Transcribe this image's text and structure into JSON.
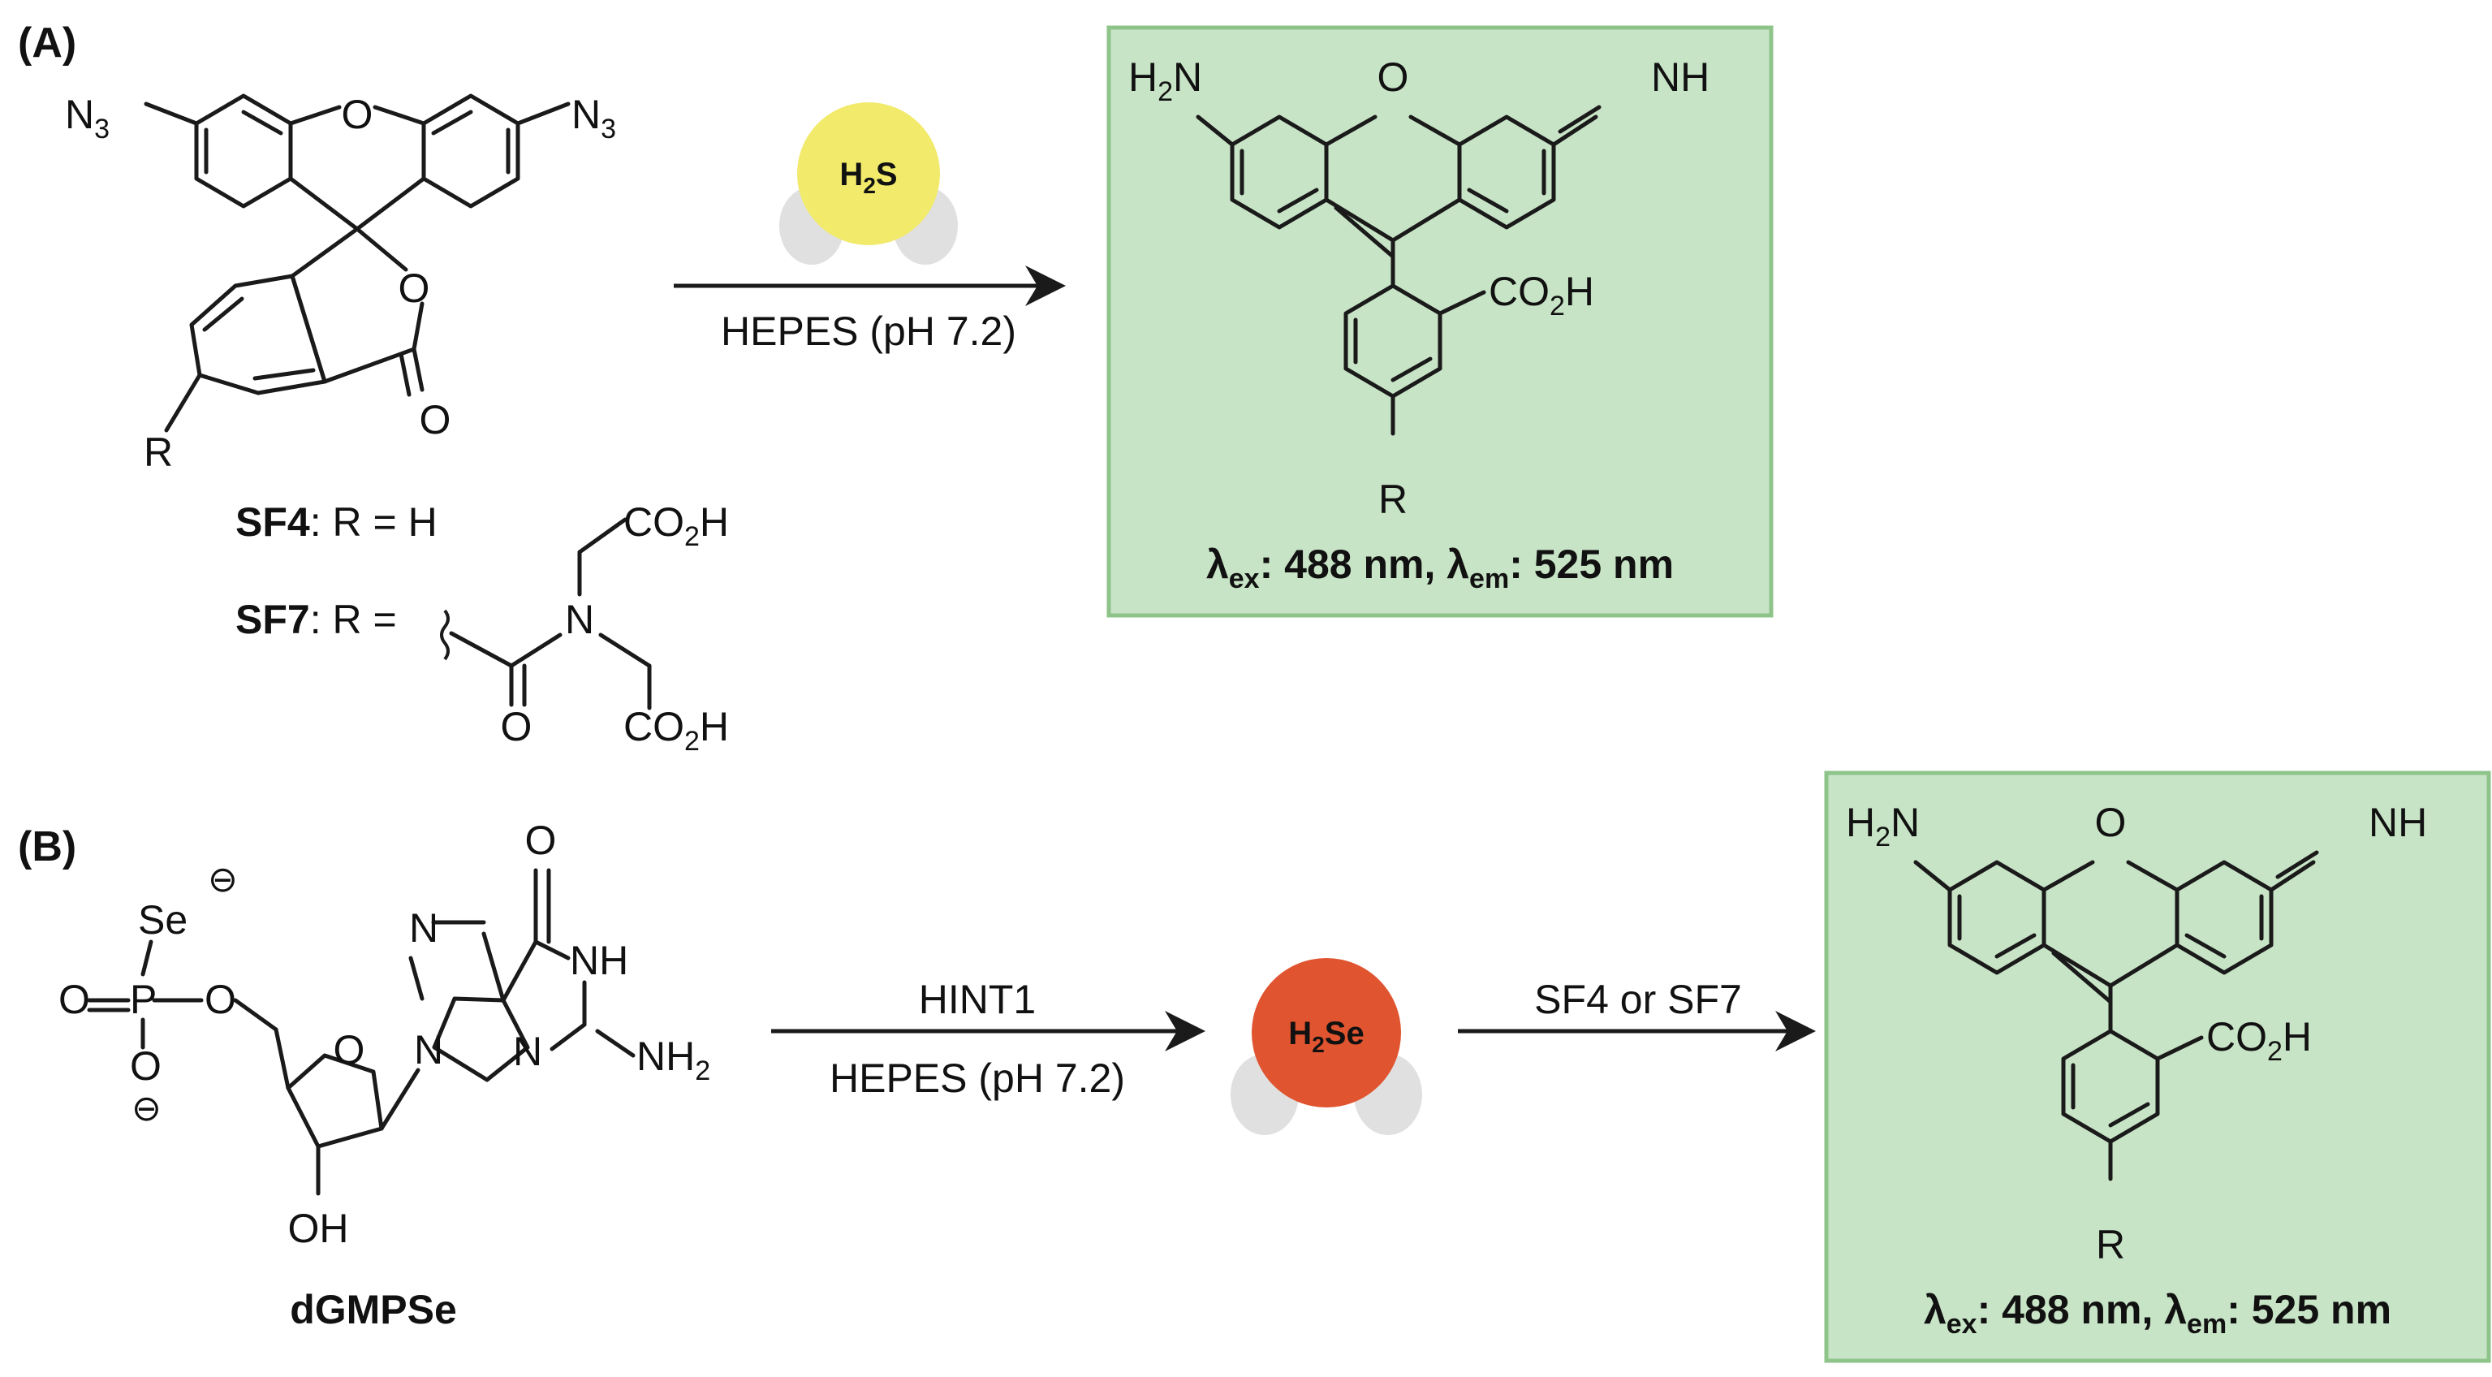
{
  "panels": {
    "a_label": "(A)",
    "b_label": "(B)"
  },
  "reactant_a": {
    "n3_left": "N",
    "n3_left_sub": "3",
    "n3_right": "N",
    "n3_right_sub": "3",
    "o_bridge": "O",
    "o_ring": "O",
    "o_carbonyl": "O",
    "r_group": "R"
  },
  "definitions": {
    "sf4_name": "SF4",
    "sf4_def": ": R = H",
    "sf7_name": "SF7",
    "sf7_def": ": R =",
    "co2h_top": "CO",
    "co2h_top_sub": "2",
    "co2h_top_h": "H",
    "n_atom": "N",
    "o_amide": "O",
    "co2h_bottom": "CO",
    "co2h_bottom_sub": "2",
    "co2h_bottom_h": "H"
  },
  "arrow_a": {
    "molecule_main": "H",
    "molecule_sub": "2",
    "molecule_end": "S",
    "molecule_color": "#f2ea6b",
    "condition": "HEPES (pH 7.2)"
  },
  "product": {
    "h2n_h": "H",
    "h2n_sub": "2",
    "h2n_n": "N",
    "o_bridge": "O",
    "nh": "NH",
    "co2h": "CO",
    "co2h_sub": "2",
    "co2h_h": "H",
    "r_group": "R",
    "lambda_ex": "λ",
    "lambda_ex_sub": "ex",
    "ex_value": ": 488 nm, ",
    "lambda_em": "λ",
    "lambda_em_sub": "em",
    "em_value": ": 525 nm",
    "box_fill": "#c8e4c6",
    "box_stroke": "#8ec48a"
  },
  "reactant_b": {
    "se": "Se",
    "charge_se": "⊖",
    "o_double": "O",
    "p_atom": "P",
    "o_link": "O",
    "o_minus": "O",
    "charge_o": "⊖",
    "n_top": "N",
    "o_carbonyl": "O",
    "nh": "NH",
    "n_bottom": "N",
    "n_right": "N",
    "nh2": "NH",
    "nh2_sub": "2",
    "o_sugar": "O",
    "oh": "OH",
    "name": "dGMPSe"
  },
  "arrow_b1": {
    "enzyme": "HINT1",
    "condition": "HEPES (pH 7.2)"
  },
  "h2se": {
    "main": "H",
    "sub": "2",
    "end": "Se",
    "color": "#e0542f"
  },
  "arrow_b2": {
    "reagent": "SF4 or SF7"
  }
}
